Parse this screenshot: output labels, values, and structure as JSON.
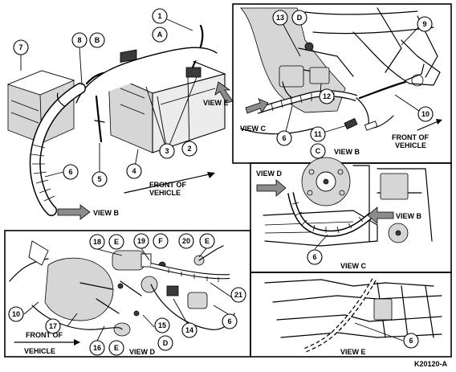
{
  "callouts": {
    "main": [
      {
        "id": "c1",
        "text": "1"
      },
      {
        "id": "cA",
        "text": "A"
      },
      {
        "id": "c7",
        "text": "7"
      },
      {
        "id": "c8",
        "text": "8"
      },
      {
        "id": "cB",
        "text": "B"
      },
      {
        "id": "c3",
        "text": "3"
      },
      {
        "id": "c2",
        "text": "2"
      },
      {
        "id": "c4",
        "text": "4"
      },
      {
        "id": "c5",
        "text": "5"
      },
      {
        "id": "c6",
        "text": "6"
      }
    ],
    "view_b": [
      {
        "id": "b13",
        "text": "13"
      },
      {
        "id": "bD",
        "text": "D"
      },
      {
        "id": "b9",
        "text": "9"
      },
      {
        "id": "b12",
        "text": "12"
      },
      {
        "id": "b10",
        "text": "10"
      },
      {
        "id": "b11",
        "text": "11"
      },
      {
        "id": "b6",
        "text": "6"
      },
      {
        "id": "bC",
        "text": "C"
      }
    ],
    "view_c": [
      {
        "id": "cc6",
        "text": "6"
      }
    ],
    "view_d": [
      {
        "id": "d18",
        "text": "18"
      },
      {
        "id": "dE1",
        "text": "E"
      },
      {
        "id": "d19",
        "text": "19"
      },
      {
        "id": "dF",
        "text": "F"
      },
      {
        "id": "d20",
        "text": "20"
      },
      {
        "id": "dE2",
        "text": "E"
      },
      {
        "id": "d21",
        "text": "21"
      },
      {
        "id": "d6",
        "text": "6"
      },
      {
        "id": "d14",
        "text": "14"
      },
      {
        "id": "d15",
        "text": "15"
      },
      {
        "id": "dD",
        "text": "D"
      },
      {
        "id": "d16",
        "text": "16"
      },
      {
        "id": "dE3",
        "text": "E"
      },
      {
        "id": "d17",
        "text": "17"
      },
      {
        "id": "d10",
        "text": "10"
      }
    ],
    "view_e": [
      {
        "id": "e6",
        "text": "6"
      }
    ]
  },
  "labels": {
    "view_e_main": "VIEW E",
    "front_main_1": "FRONT OF",
    "front_main_2": "VEHICLE",
    "view_b_main": "VIEW B",
    "view_c_in_b": "VIEW C",
    "view_b_title": "VIEW B",
    "front_b_1": "FRONT OF",
    "front_b_2": "VEHICLE",
    "view_d_in_c": "VIEW D",
    "view_b_in_c": "VIEW B",
    "view_c_title": "VIEW C",
    "front_d_1": "FRONT OF",
    "front_d_2": "VEHICLE",
    "view_d_title": "VIEW D",
    "view_e_title": "VIEW E",
    "figure_code": "K20120-A"
  }
}
